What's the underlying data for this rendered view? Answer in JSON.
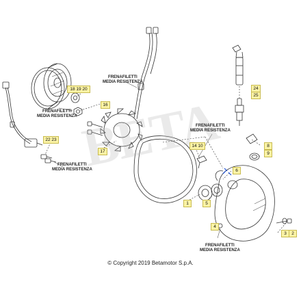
{
  "copyright": "© Copyright 2019 Betamotor S.p.A.",
  "notes": {
    "n1": [
      "FRENAFILETTI",
      "MEDIA RESISTENZA"
    ],
    "n2": [
      "FRENAFILETTI",
      "MEDIA RESISTENZA"
    ],
    "n3": [
      "FRENAFILETTI",
      "MEDIA RESISTENZA"
    ],
    "n4": [
      "FRENAFILETTI",
      "MEDIA RESISTENZA"
    ],
    "n5": [
      "FRENAFILETTI",
      "MEDIA RESISTENZA"
    ]
  },
  "callouts": {
    "c1": "18 19 20",
    "c2": "16",
    "c3": "22 23",
    "c4": "17",
    "c5": "14 10",
    "c6": "6",
    "c7": "24",
    "c8": "25",
    "c9": "8",
    "c10": "9",
    "c11": "1",
    "c12": "5",
    "c13": "4",
    "c14": "3",
    "c15": "2"
  },
  "watermark": "BETA"
}
